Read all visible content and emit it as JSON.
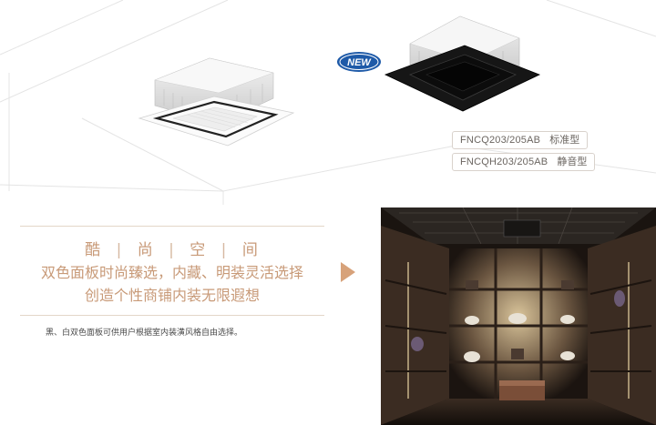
{
  "badge": {
    "text": "NEW",
    "color": "#1e5aa8"
  },
  "models": [
    {
      "code": "FNCQ203/205AB",
      "type": "标准型"
    },
    {
      "code": "FNCQH203/205AB",
      "type": "静音型"
    }
  ],
  "slogan": {
    "heading_chars": [
      "酷",
      "尚",
      "空",
      "间"
    ],
    "heading_separator": "|",
    "line1": "双色面板时尚臻选，内藏、明装灵活选择",
    "line2": "创造个性商铺内装无限遐想",
    "accent_color": "#c89a78"
  },
  "note": "黑、白双色面板可供用户根据室内装潢风格自由选择。",
  "icons": {
    "arrow": "right-triangle-arrow",
    "units": [
      "white-cassette-ac-unit",
      "black-cassette-ac-unit"
    ]
  }
}
